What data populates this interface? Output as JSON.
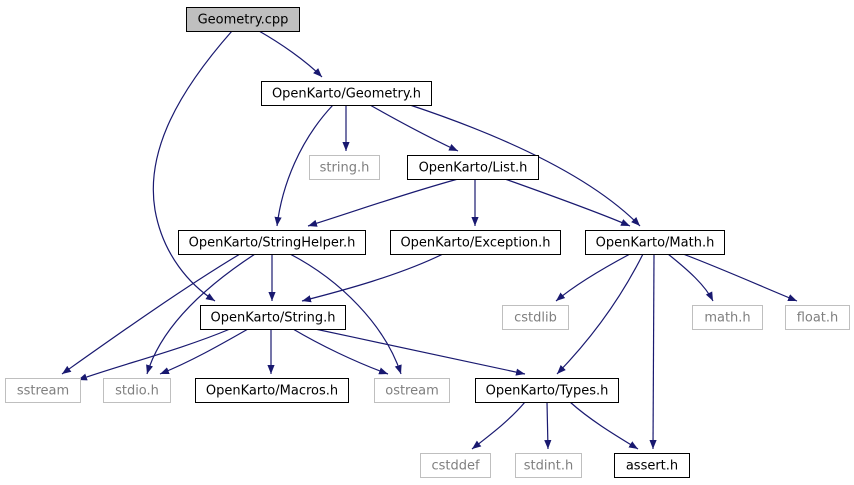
{
  "colors": {
    "edge": "#191970",
    "root_fill": "#bfbfbf",
    "external_border": "#bfbfbf",
    "external_text": "#7f7f7f"
  },
  "nodes": [
    {
      "id": "geometry_cpp",
      "label": "Geometry.cpp",
      "kind": "root"
    },
    {
      "id": "ok_geometry_h",
      "label": "OpenKarto/Geometry.h",
      "kind": "normal"
    },
    {
      "id": "string_h",
      "label": "string.h",
      "kind": "external"
    },
    {
      "id": "ok_list_h",
      "label": "OpenKarto/List.h",
      "kind": "normal"
    },
    {
      "id": "ok_stringhelper_h",
      "label": "OpenKarto/StringHelper.h",
      "kind": "normal"
    },
    {
      "id": "ok_exception_h",
      "label": "OpenKarto/Exception.h",
      "kind": "normal"
    },
    {
      "id": "ok_math_h",
      "label": "OpenKarto/Math.h",
      "kind": "normal"
    },
    {
      "id": "ok_string_h",
      "label": "OpenKarto/String.h",
      "kind": "normal"
    },
    {
      "id": "cstdlib",
      "label": "cstdlib",
      "kind": "external"
    },
    {
      "id": "math_h",
      "label": "math.h",
      "kind": "external"
    },
    {
      "id": "float_h",
      "label": "float.h",
      "kind": "external"
    },
    {
      "id": "sstream",
      "label": "sstream",
      "kind": "external"
    },
    {
      "id": "stdio_h",
      "label": "stdio.h",
      "kind": "external"
    },
    {
      "id": "ok_macros_h",
      "label": "OpenKarto/Macros.h",
      "kind": "normal"
    },
    {
      "id": "ostream",
      "label": "ostream",
      "kind": "external"
    },
    {
      "id": "ok_types_h",
      "label": "OpenKarto/Types.h",
      "kind": "normal"
    },
    {
      "id": "cstddef",
      "label": "cstddef",
      "kind": "external"
    },
    {
      "id": "stdint_h",
      "label": "stdint.h",
      "kind": "external"
    },
    {
      "id": "assert_h",
      "label": "assert.h",
      "kind": "normal"
    }
  ],
  "edges": [
    {
      "from": "geometry_cpp",
      "to": "ok_geometry_h"
    },
    {
      "from": "geometry_cpp",
      "to": "ok_string_h"
    },
    {
      "from": "ok_geometry_h",
      "to": "ok_stringhelper_h"
    },
    {
      "from": "ok_geometry_h",
      "to": "string_h"
    },
    {
      "from": "ok_geometry_h",
      "to": "ok_list_h"
    },
    {
      "from": "ok_geometry_h",
      "to": "ok_math_h"
    },
    {
      "from": "ok_list_h",
      "to": "ok_stringhelper_h"
    },
    {
      "from": "ok_list_h",
      "to": "ok_exception_h"
    },
    {
      "from": "ok_list_h",
      "to": "ok_math_h"
    },
    {
      "from": "ok_stringhelper_h",
      "to": "ok_string_h"
    },
    {
      "from": "ok_stringhelper_h",
      "to": "sstream"
    },
    {
      "from": "ok_stringhelper_h",
      "to": "stdio_h"
    },
    {
      "from": "ok_stringhelper_h",
      "to": "ostream"
    },
    {
      "from": "ok_exception_h",
      "to": "ok_string_h"
    },
    {
      "from": "ok_math_h",
      "to": "cstdlib"
    },
    {
      "from": "ok_math_h",
      "to": "math_h"
    },
    {
      "from": "ok_math_h",
      "to": "float_h"
    },
    {
      "from": "ok_math_h",
      "to": "ok_types_h"
    },
    {
      "from": "ok_math_h",
      "to": "assert_h"
    },
    {
      "from": "ok_string_h",
      "to": "sstream"
    },
    {
      "from": "ok_string_h",
      "to": "stdio_h"
    },
    {
      "from": "ok_string_h",
      "to": "ok_macros_h"
    },
    {
      "from": "ok_string_h",
      "to": "ostream"
    },
    {
      "from": "ok_string_h",
      "to": "ok_types_h"
    },
    {
      "from": "ok_types_h",
      "to": "cstddef"
    },
    {
      "from": "ok_types_h",
      "to": "stdint_h"
    },
    {
      "from": "ok_types_h",
      "to": "assert_h"
    }
  ]
}
